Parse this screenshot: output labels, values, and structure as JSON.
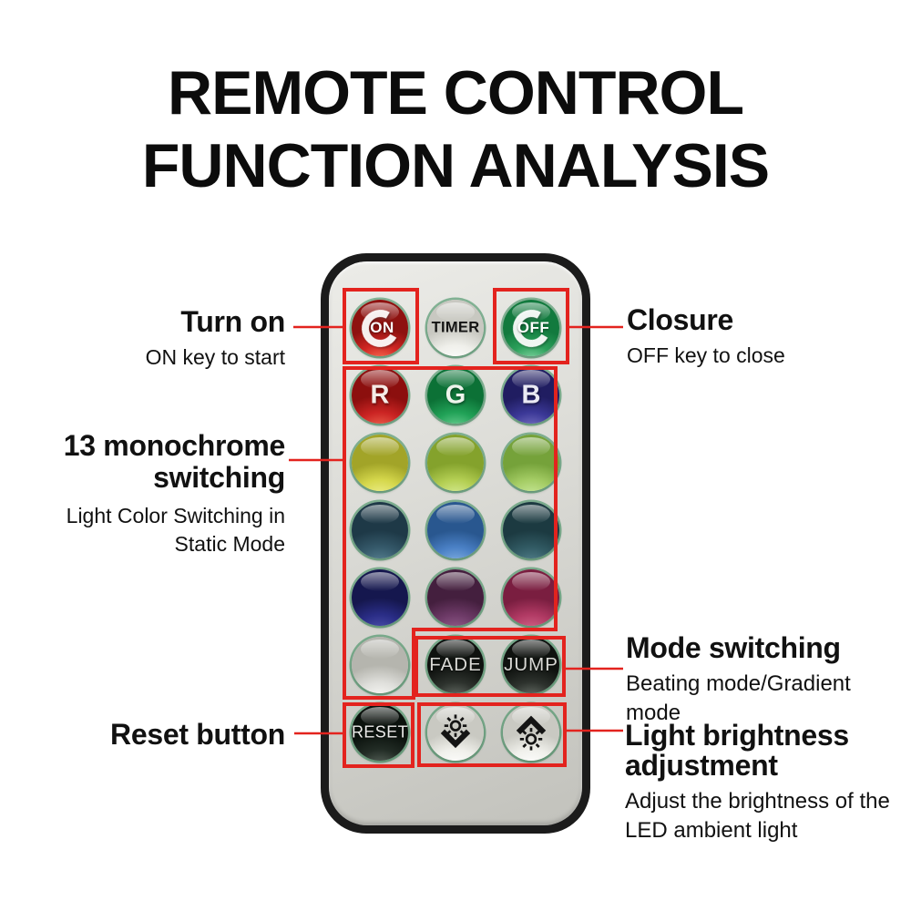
{
  "title": {
    "line1": "REMOTE CONTROL",
    "line2": "FUNCTION ANALYSIS"
  },
  "annotations": {
    "turn_on": {
      "heading": "Turn on",
      "sub": "ON key to start"
    },
    "closure": {
      "heading": "Closure",
      "sub": "OFF key to close"
    },
    "monochrome": {
      "heading": "13 monochrome switching",
      "sub": "Light Color Switching in Static Mode"
    },
    "mode": {
      "heading": "Mode switching",
      "sub": "Beating mode/Gradient mode"
    },
    "reset": {
      "heading": "Reset button"
    },
    "brightness": {
      "heading": "Light brightness adjustment",
      "sub": "Adjust the brightness of the LED ambient light"
    }
  },
  "colors": {
    "annotation_red": "#e3231e",
    "page_bg": "#ffffff",
    "remote_border": "#1b1b1b",
    "remote_body_light": "#ecece8",
    "remote_body_dark": "#c2c2bc",
    "button_ring_green": "#35925a"
  },
  "remote": {
    "buttons": [
      {
        "name": "on",
        "label": "ON",
        "base": "#d02623",
        "dark": "#8e1210",
        "light": "#ff7a5c",
        "text": "#ffffff"
      },
      {
        "name": "timer",
        "label": "TIMER",
        "base": "#efefea",
        "dark": "#c8c8c1",
        "light": "#ffffff",
        "text": "#141414"
      },
      {
        "name": "off",
        "label": "OFF",
        "base": "#2ba05a",
        "dark": "#127a3e",
        "light": "#90dcae",
        "text": "#ffffff"
      },
      {
        "name": "red",
        "label": "R",
        "base": "#cb2423",
        "dark": "#8c0f0e",
        "light": "#f06a52",
        "text": "#f4ebe6"
      },
      {
        "name": "green",
        "label": "G",
        "base": "#21a257",
        "dark": "#0c7136",
        "light": "#74d49a",
        "text": "#eef4ec"
      },
      {
        "name": "blue",
        "label": "B",
        "base": "#3b3897",
        "dark": "#201d61",
        "light": "#7d77c6",
        "text": "#eaeaf4"
      },
      {
        "name": "yellow",
        "label": "",
        "base": "#d5d74b",
        "dark": "#a2a428",
        "light": "#f0f193"
      },
      {
        "name": "yellow-green",
        "label": "",
        "base": "#b4cf53",
        "dark": "#84a22c",
        "light": "#daee9b"
      },
      {
        "name": "light-green",
        "label": "",
        "base": "#a4cc64",
        "dark": "#75a23a",
        "light": "#cdeb9f"
      },
      {
        "name": "dark-teal",
        "label": "",
        "base": "#35596a",
        "dark": "#1e3947",
        "light": "#5d8798"
      },
      {
        "name": "medium-blue",
        "label": "",
        "base": "#4a80c5",
        "dark": "#29578f",
        "light": "#86b4e4"
      },
      {
        "name": "dark-teal-2",
        "label": "",
        "base": "#315a63",
        "dark": "#1c3a41",
        "light": "#578591"
      },
      {
        "name": "navy",
        "label": "",
        "base": "#2a2d86",
        "dark": "#15174e",
        "light": "#5053ae"
      },
      {
        "name": "plum",
        "label": "",
        "base": "#6d3a67",
        "dark": "#441f3e",
        "light": "#96618f"
      },
      {
        "name": "crimson",
        "label": "",
        "base": "#b13a64",
        "dark": "#7a1e40",
        "light": "#d5698d"
      },
      {
        "name": "white",
        "label": "",
        "base": "#dededa",
        "dark": "#b5b5ae",
        "light": "#fcfcf9"
      },
      {
        "name": "fade",
        "label": "FADE",
        "base": "#2d322d",
        "dark": "#0f120f",
        "light": "#707870",
        "text": "#d8d8d4"
      },
      {
        "name": "jump",
        "label": "JUMP",
        "base": "#2d322d",
        "dark": "#0f120f",
        "light": "#707870",
        "text": "#d8d8d4"
      },
      {
        "name": "reset",
        "label": "RESET",
        "base": "#222c25",
        "dark": "#0b120d",
        "light": "#5f6a61",
        "text": "#ececea"
      },
      {
        "name": "brightness-down",
        "label": "",
        "base": "#f0f0eb",
        "dark": "#c9c9c2",
        "light": "#ffffff",
        "icon": "sun-with-down-chevron"
      },
      {
        "name": "brightness-up",
        "label": "",
        "base": "#f0f0eb",
        "dark": "#c9c9c2",
        "light": "#ffffff",
        "icon": "sun-with-up-chevron"
      }
    ]
  }
}
